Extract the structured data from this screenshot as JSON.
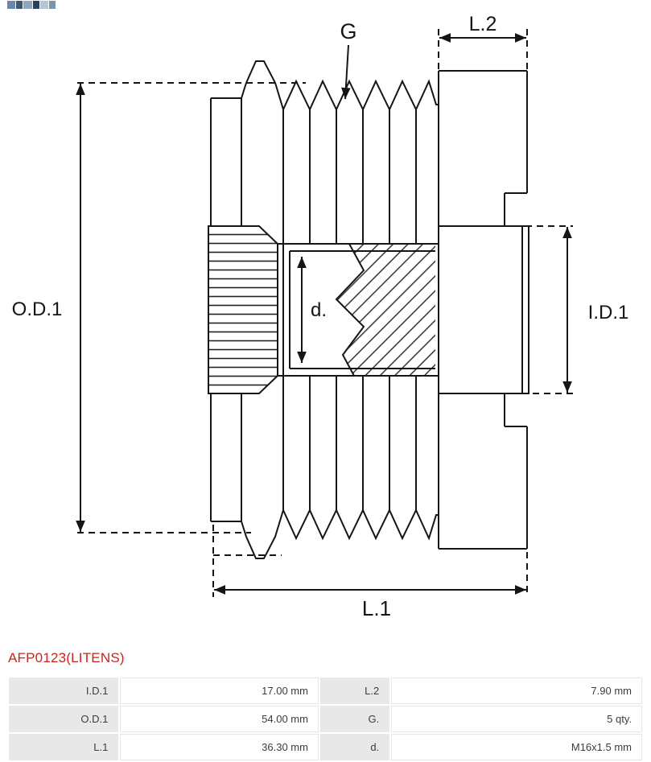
{
  "part": {
    "number": "AFP0123(LITENS)",
    "color": "#c9241e"
  },
  "drawing": {
    "stroke_color": "#151515",
    "labels": {
      "groove": "G",
      "l2": "L.2",
      "od1": "O.D.1",
      "id1": "I.D.1",
      "bore": "d.",
      "l1": "L.1"
    }
  },
  "specs": {
    "rows": [
      {
        "label_left": "I.D.1",
        "value_left": "17.00 mm",
        "label_right": "L.2",
        "value_right": "7.90 mm"
      },
      {
        "label_left": "O.D.1",
        "value_left": "54.00 mm",
        "label_right": "G.",
        "value_right": "5 qty."
      },
      {
        "label_left": "L.1",
        "value_left": "36.30 mm",
        "label_right": "d.",
        "value_right": "M16x1.5 mm"
      }
    ]
  }
}
